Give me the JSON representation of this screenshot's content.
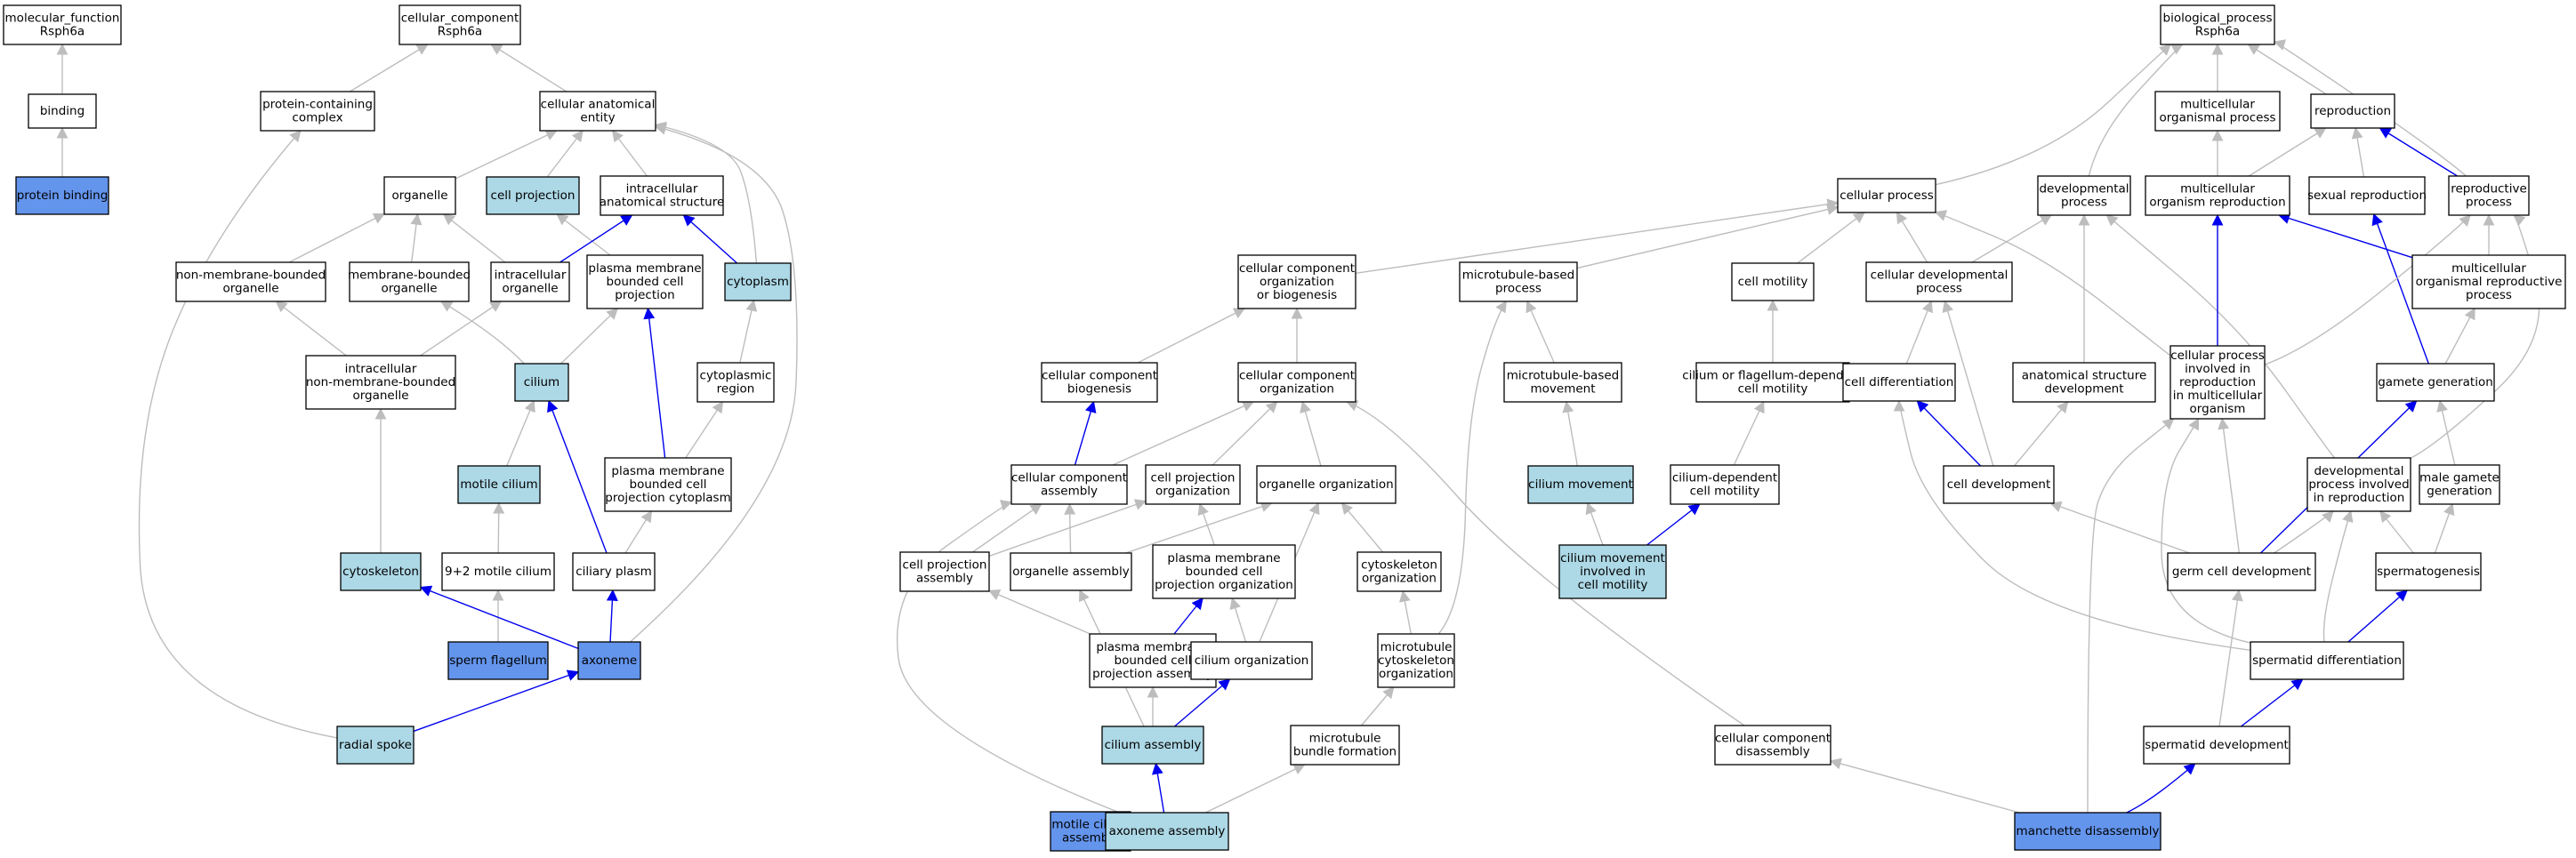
{
  "colors": {
    "plain_fill": "#ffffff",
    "light_fill": "#add8e6",
    "dark_fill": "#6495ed",
    "gray_edge": "#bdbdbd",
    "blue_edge": "#0000ee"
  },
  "nodes": [
    {
      "id": "mf",
      "lines": [
        "molecular_function",
        "Rsph6a"
      ],
      "style": "plain"
    },
    {
      "id": "binding",
      "lines": [
        "binding"
      ],
      "style": "plain"
    },
    {
      "id": "protbind",
      "lines": [
        "protein binding"
      ],
      "style": "dark"
    },
    {
      "id": "cc",
      "lines": [
        "cellular_component",
        "Rsph6a"
      ],
      "style": "plain"
    },
    {
      "id": "pcc",
      "lines": [
        "protein-containing",
        "complex"
      ],
      "style": "plain"
    },
    {
      "id": "cae",
      "lines": [
        "cellular anatomical",
        "entity"
      ],
      "style": "plain"
    },
    {
      "id": "organelle",
      "lines": [
        "organelle"
      ],
      "style": "plain"
    },
    {
      "id": "cellproj",
      "lines": [
        "cell projection"
      ],
      "style": "light"
    },
    {
      "id": "ias",
      "lines": [
        "intracellular",
        "anatomical structure"
      ],
      "style": "plain"
    },
    {
      "id": "nmbo",
      "lines": [
        "non-membrane-bounded",
        "organelle"
      ],
      "style": "plain"
    },
    {
      "id": "mbo",
      "lines": [
        "membrane-bounded",
        "organelle"
      ],
      "style": "plain"
    },
    {
      "id": "intorg",
      "lines": [
        "intracellular",
        "organelle"
      ],
      "style": "plain"
    },
    {
      "id": "pmbcp",
      "lines": [
        "plasma membrane",
        "bounded cell",
        "projection"
      ],
      "style": "plain"
    },
    {
      "id": "cytoplasm",
      "lines": [
        "cytoplasm"
      ],
      "style": "light"
    },
    {
      "id": "inmbo",
      "lines": [
        "intracellular",
        "non-membrane-bounded",
        "organelle"
      ],
      "style": "plain"
    },
    {
      "id": "cilium",
      "lines": [
        "cilium"
      ],
      "style": "light"
    },
    {
      "id": "cytreg",
      "lines": [
        "cytoplasmic",
        "region"
      ],
      "style": "plain"
    },
    {
      "id": "motcil",
      "lines": [
        "motile cilium"
      ],
      "style": "light"
    },
    {
      "id": "pmbcpc",
      "lines": [
        "plasma membrane",
        "bounded cell",
        "projection cytoplasm"
      ],
      "style": "plain"
    },
    {
      "id": "cytoskel",
      "lines": [
        "cytoskeleton"
      ],
      "style": "light"
    },
    {
      "id": "nine2",
      "lines": [
        "9+2 motile cilium"
      ],
      "style": "plain"
    },
    {
      "id": "cilplasm",
      "lines": [
        "ciliary plasm"
      ],
      "style": "plain"
    },
    {
      "id": "spermfl",
      "lines": [
        "sperm flagellum"
      ],
      "style": "dark"
    },
    {
      "id": "axoneme",
      "lines": [
        "axoneme"
      ],
      "style": "dark"
    },
    {
      "id": "radspoke",
      "lines": [
        "radial spoke"
      ],
      "style": "light"
    },
    {
      "id": "bp",
      "lines": [
        "biological_process",
        "Rsph6a"
      ],
      "style": "plain"
    },
    {
      "id": "mop",
      "lines": [
        "multicellular",
        "organismal process"
      ],
      "style": "plain"
    },
    {
      "id": "repro",
      "lines": [
        "reproduction"
      ],
      "style": "plain"
    },
    {
      "id": "cellproc",
      "lines": [
        "cellular process"
      ],
      "style": "plain"
    },
    {
      "id": "devproc",
      "lines": [
        "developmental",
        "process"
      ],
      "style": "plain"
    },
    {
      "id": "mor",
      "lines": [
        "multicellular",
        "organism reproduction"
      ],
      "style": "plain"
    },
    {
      "id": "sexrep",
      "lines": [
        "sexual reproduction"
      ],
      "style": "plain"
    },
    {
      "id": "reprproc",
      "lines": [
        "reproductive",
        "process"
      ],
      "style": "plain"
    },
    {
      "id": "ccob",
      "lines": [
        "cellular component",
        "organization",
        "or biogenesis"
      ],
      "style": "plain"
    },
    {
      "id": "mtbp",
      "lines": [
        "microtubule-based",
        "process"
      ],
      "style": "plain"
    },
    {
      "id": "cellmot",
      "lines": [
        "cell motility"
      ],
      "style": "plain"
    },
    {
      "id": "celldevproc",
      "lines": [
        "cellular developmental",
        "process"
      ],
      "style": "plain"
    },
    {
      "id": "morp",
      "lines": [
        "multicellular",
        "organismal reproductive",
        "process"
      ],
      "style": "plain"
    },
    {
      "id": "ccbio",
      "lines": [
        "cellular component",
        "biogenesis"
      ],
      "style": "plain"
    },
    {
      "id": "ccorg",
      "lines": [
        "cellular component",
        "organization"
      ],
      "style": "plain"
    },
    {
      "id": "mtbm",
      "lines": [
        "microtubule-based",
        "movement"
      ],
      "style": "plain"
    },
    {
      "id": "cofdcm",
      "lines": [
        "cilium or flagellum-dependent",
        "cell motility"
      ],
      "style": "plain"
    },
    {
      "id": "celldiff",
      "lines": [
        "cell differentiation"
      ],
      "style": "plain"
    },
    {
      "id": "asd",
      "lines": [
        "anatomical structure",
        "development"
      ],
      "style": "plain"
    },
    {
      "id": "cpimro",
      "lines": [
        "cellular process",
        "involved in",
        "reproduction",
        "in multicellular",
        "organism"
      ],
      "style": "plain"
    },
    {
      "id": "gamgen",
      "lines": [
        "gamete generation"
      ],
      "style": "plain"
    },
    {
      "id": "ccasm",
      "lines": [
        "cellular component",
        "assembly"
      ],
      "style": "plain"
    },
    {
      "id": "cporg",
      "lines": [
        "cell projection",
        "organization"
      ],
      "style": "plain"
    },
    {
      "id": "orgorg",
      "lines": [
        "organelle organization"
      ],
      "style": "plain"
    },
    {
      "id": "cilmov",
      "lines": [
        "cilium movement"
      ],
      "style": "light"
    },
    {
      "id": "cdcm",
      "lines": [
        "cilium-dependent",
        "cell motility"
      ],
      "style": "plain"
    },
    {
      "id": "celldev",
      "lines": [
        "cell development"
      ],
      "style": "plain"
    },
    {
      "id": "dpir",
      "lines": [
        "developmental",
        "process involved",
        "in reproduction"
      ],
      "style": "plain"
    },
    {
      "id": "mgg",
      "lines": [
        "male gamete",
        "generation"
      ],
      "style": "plain"
    },
    {
      "id": "cpasm",
      "lines": [
        "cell projection",
        "assembly"
      ],
      "style": "plain"
    },
    {
      "id": "orgasm",
      "lines": [
        "organelle assembly"
      ],
      "style": "plain"
    },
    {
      "id": "pmbcpo",
      "lines": [
        "plasma membrane",
        "bounded cell",
        "projection organization"
      ],
      "style": "plain"
    },
    {
      "id": "cskorg",
      "lines": [
        "cytoskeleton",
        "organization"
      ],
      "style": "plain"
    },
    {
      "id": "cmicm",
      "lines": [
        "cilium movement",
        "involved in",
        "cell motility"
      ],
      "style": "light"
    },
    {
      "id": "gcd",
      "lines": [
        "germ cell development"
      ],
      "style": "plain"
    },
    {
      "id": "spermgen",
      "lines": [
        "spermatogenesis"
      ],
      "style": "plain"
    },
    {
      "id": "pmbcpa",
      "lines": [
        "plasma membrane",
        "bounded cell",
        "projection assembly"
      ],
      "style": "plain"
    },
    {
      "id": "cilorg",
      "lines": [
        "cilium organization"
      ],
      "style": "plain"
    },
    {
      "id": "mtcskorg",
      "lines": [
        "microtubule",
        "cytoskeleton",
        "organization"
      ],
      "style": "plain"
    },
    {
      "id": "spermdiff",
      "lines": [
        "spermatid differentiation"
      ],
      "style": "plain"
    },
    {
      "id": "cilasm",
      "lines": [
        "cilium assembly"
      ],
      "style": "light"
    },
    {
      "id": "mtbf",
      "lines": [
        "microtubule",
        "bundle formation"
      ],
      "style": "plain"
    },
    {
      "id": "ccdis",
      "lines": [
        "cellular component",
        "disassembly"
      ],
      "style": "plain"
    },
    {
      "id": "spermdev",
      "lines": [
        "spermatid development"
      ],
      "style": "plain"
    },
    {
      "id": "mcasm",
      "lines": [
        "motile cilium",
        "assembly"
      ],
      "style": "dark"
    },
    {
      "id": "axasm",
      "lines": [
        "axoneme assembly"
      ],
      "style": "light"
    },
    {
      "id": "mandis",
      "lines": [
        "manchette disassembly"
      ],
      "style": "dark"
    }
  ],
  "edges": [
    {
      "from": "binding",
      "to": "mf",
      "kind": "is_a"
    },
    {
      "from": "protbind",
      "to": "binding",
      "kind": "is_a"
    },
    {
      "from": "pcc",
      "to": "cc",
      "kind": "is_a"
    },
    {
      "from": "cae",
      "to": "cc",
      "kind": "is_a"
    },
    {
      "from": "radspoke",
      "to": "pcc",
      "kind": "is_a"
    },
    {
      "from": "organelle",
      "to": "cae",
      "kind": "is_a"
    },
    {
      "from": "cellproj",
      "to": "cae",
      "kind": "is_a"
    },
    {
      "from": "ias",
      "to": "cae",
      "kind": "is_a"
    },
    {
      "from": "cytoplasm",
      "to": "cae",
      "kind": "is_a"
    },
    {
      "from": "axoneme",
      "to": "cae",
      "kind": "is_a"
    },
    {
      "from": "nmbo",
      "to": "organelle",
      "kind": "is_a"
    },
    {
      "from": "mbo",
      "to": "organelle",
      "kind": "is_a"
    },
    {
      "from": "intorg",
      "to": "organelle",
      "kind": "is_a"
    },
    {
      "from": "pmbcp",
      "to": "cellproj",
      "kind": "is_a"
    },
    {
      "from": "intorg",
      "to": "ias",
      "kind": "part_of"
    },
    {
      "from": "cytoplasm",
      "to": "ias",
      "kind": "part_of"
    },
    {
      "from": "inmbo",
      "to": "nmbo",
      "kind": "is_a"
    },
    {
      "from": "cilium",
      "to": "mbo",
      "kind": "is_a"
    },
    {
      "from": "inmbo",
      "to": "intorg",
      "kind": "is_a"
    },
    {
      "from": "cilium",
      "to": "pmbcp",
      "kind": "is_a"
    },
    {
      "from": "pmbcpc",
      "to": "pmbcp",
      "kind": "part_of"
    },
    {
      "from": "cytreg",
      "to": "cytoplasm",
      "kind": "is_a"
    },
    {
      "from": "cytoskel",
      "to": "inmbo",
      "kind": "is_a"
    },
    {
      "from": "motcil",
      "to": "cilium",
      "kind": "is_a"
    },
    {
      "from": "cilplasm",
      "to": "cilium",
      "kind": "part_of"
    },
    {
      "from": "pmbcpc",
      "to": "cytreg",
      "kind": "is_a"
    },
    {
      "from": "nine2",
      "to": "motcil",
      "kind": "is_a"
    },
    {
      "from": "cilplasm",
      "to": "pmbcpc",
      "kind": "is_a"
    },
    {
      "from": "spermfl",
      "to": "nine2",
      "kind": "is_a"
    },
    {
      "from": "axoneme",
      "to": "cytoskel",
      "kind": "part_of"
    },
    {
      "from": "axoneme",
      "to": "cilplasm",
      "kind": "part_of"
    },
    {
      "from": "radspoke",
      "to": "axoneme",
      "kind": "part_of"
    },
    {
      "from": "mop",
      "to": "bp",
      "kind": "is_a"
    },
    {
      "from": "repro",
      "to": "bp",
      "kind": "is_a"
    },
    {
      "from": "cellproc",
      "to": "bp",
      "kind": "is_a"
    },
    {
      "from": "devproc",
      "to": "bp",
      "kind": "is_a"
    },
    {
      "from": "reprproc",
      "to": "bp",
      "kind": "is_a"
    },
    {
      "from": "mor",
      "to": "mop",
      "kind": "is_a"
    },
    {
      "from": "mor",
      "to": "repro",
      "kind": "is_a"
    },
    {
      "from": "sexrep",
      "to": "repro",
      "kind": "is_a"
    },
    {
      "from": "reprproc",
      "to": "repro",
      "kind": "part_of"
    },
    {
      "from": "ccob",
      "to": "cellproc",
      "kind": "is_a"
    },
    {
      "from": "mtbp",
      "to": "cellproc",
      "kind": "is_a"
    },
    {
      "from": "cellmot",
      "to": "cellproc",
      "kind": "is_a"
    },
    {
      "from": "celldevproc",
      "to": "cellproc",
      "kind": "is_a"
    },
    {
      "from": "cpimro",
      "to": "cellproc",
      "kind": "is_a"
    },
    {
      "from": "celldevproc",
      "to": "devproc",
      "kind": "is_a"
    },
    {
      "from": "asd",
      "to": "devproc",
      "kind": "is_a"
    },
    {
      "from": "dpir",
      "to": "devproc",
      "kind": "is_a"
    },
    {
      "from": "cpimro",
      "to": "mor",
      "kind": "part_of"
    },
    {
      "from": "morp",
      "to": "mor",
      "kind": "part_of"
    },
    {
      "from": "gamgen",
      "to": "sexrep",
      "kind": "part_of"
    },
    {
      "from": "morp",
      "to": "reprproc",
      "kind": "is_a"
    },
    {
      "from": "cpimro",
      "to": "reprproc",
      "kind": "is_a"
    },
    {
      "from": "dpir",
      "to": "reprproc",
      "kind": "is_a"
    },
    {
      "from": "ccbio",
      "to": "ccob",
      "kind": "is_a"
    },
    {
      "from": "ccorg",
      "to": "ccob",
      "kind": "is_a"
    },
    {
      "from": "mtbm",
      "to": "mtbp",
      "kind": "is_a"
    },
    {
      "from": "mtcskorg",
      "to": "mtbp",
      "kind": "is_a"
    },
    {
      "from": "cofdcm",
      "to": "cellmot",
      "kind": "is_a"
    },
    {
      "from": "celldiff",
      "to": "celldevproc",
      "kind": "is_a"
    },
    {
      "from": "celldev",
      "to": "celldevproc",
      "kind": "is_a"
    },
    {
      "from": "gamgen",
      "to": "morp",
      "kind": "is_a"
    },
    {
      "from": "ccasm",
      "to": "ccbio",
      "kind": "part_of"
    },
    {
      "from": "ccasm",
      "to": "ccorg",
      "kind": "is_a"
    },
    {
      "from": "cporg",
      "to": "ccorg",
      "kind": "is_a"
    },
    {
      "from": "orgorg",
      "to": "ccorg",
      "kind": "is_a"
    },
    {
      "from": "ccdis",
      "to": "ccorg",
      "kind": "is_a"
    },
    {
      "from": "cilmov",
      "to": "mtbm",
      "kind": "is_a"
    },
    {
      "from": "cdcm",
      "to": "cofdcm",
      "kind": "is_a"
    },
    {
      "from": "celldev",
      "to": "celldiff",
      "kind": "part_of"
    },
    {
      "from": "spermdiff",
      "to": "celldiff",
      "kind": "is_a"
    },
    {
      "from": "celldev",
      "to": "asd",
      "kind": "is_a"
    },
    {
      "from": "gcd",
      "to": "cpimro",
      "kind": "is_a"
    },
    {
      "from": "spermdiff",
      "to": "cpimro",
      "kind": "is_a"
    },
    {
      "from": "mandis",
      "to": "cpimro",
      "kind": "is_a"
    },
    {
      "from": "gcd",
      "to": "gamgen",
      "kind": "part_of"
    },
    {
      "from": "mgg",
      "to": "gamgen",
      "kind": "is_a"
    },
    {
      "from": "cpasm",
      "to": "ccasm",
      "kind": "is_a"
    },
    {
      "from": "orgasm",
      "to": "ccasm",
      "kind": "is_a"
    },
    {
      "from": "axasm",
      "to": "ccasm",
      "kind": "is_a"
    },
    {
      "from": "cpasm",
      "to": "cporg",
      "kind": "is_a"
    },
    {
      "from": "pmbcpo",
      "to": "cporg",
      "kind": "is_a"
    },
    {
      "from": "orgasm",
      "to": "orgorg",
      "kind": "is_a"
    },
    {
      "from": "cskorg",
      "to": "orgorg",
      "kind": "is_a"
    },
    {
      "from": "cilorg",
      "to": "orgorg",
      "kind": "is_a"
    },
    {
      "from": "cmicm",
      "to": "cilmov",
      "kind": "is_a"
    },
    {
      "from": "cmicm",
      "to": "cdcm",
      "kind": "part_of"
    },
    {
      "from": "gcd",
      "to": "celldev",
      "kind": "is_a"
    },
    {
      "from": "gcd",
      "to": "dpir",
      "kind": "is_a"
    },
    {
      "from": "spermgen",
      "to": "dpir",
      "kind": "is_a"
    },
    {
      "from": "spermdiff",
      "to": "dpir",
      "kind": "is_a"
    },
    {
      "from": "spermgen",
      "to": "mgg",
      "kind": "is_a"
    },
    {
      "from": "pmbcpa",
      "to": "cpasm",
      "kind": "is_a"
    },
    {
      "from": "cilorg",
      "to": "pmbcpo",
      "kind": "is_a"
    },
    {
      "from": "pmbcpa",
      "to": "pmbcpo",
      "kind": "part_of"
    },
    {
      "from": "mtcskorg",
      "to": "cskorg",
      "kind": "is_a"
    },
    {
      "from": "spermdiff",
      "to": "spermgen",
      "kind": "part_of"
    },
    {
      "from": "cilasm",
      "to": "pmbcpa",
      "kind": "is_a"
    },
    {
      "from": "cilasm",
      "to": "orgasm",
      "kind": "is_a"
    },
    {
      "from": "cilasm",
      "to": "cilorg",
      "kind": "part_of"
    },
    {
      "from": "mtbf",
      "to": "mtcskorg",
      "kind": "is_a"
    },
    {
      "from": "spermdev",
      "to": "spermdiff",
      "kind": "part_of"
    },
    {
      "from": "spermdev",
      "to": "gcd",
      "kind": "is_a"
    },
    {
      "from": "axasm",
      "to": "cilasm",
      "kind": "part_of"
    },
    {
      "from": "axasm",
      "to": "mtbf",
      "kind": "is_a"
    },
    {
      "from": "mandis",
      "to": "ccdis",
      "kind": "is_a"
    },
    {
      "from": "mandis",
      "to": "spermdev",
      "kind": "part_of"
    }
  ]
}
